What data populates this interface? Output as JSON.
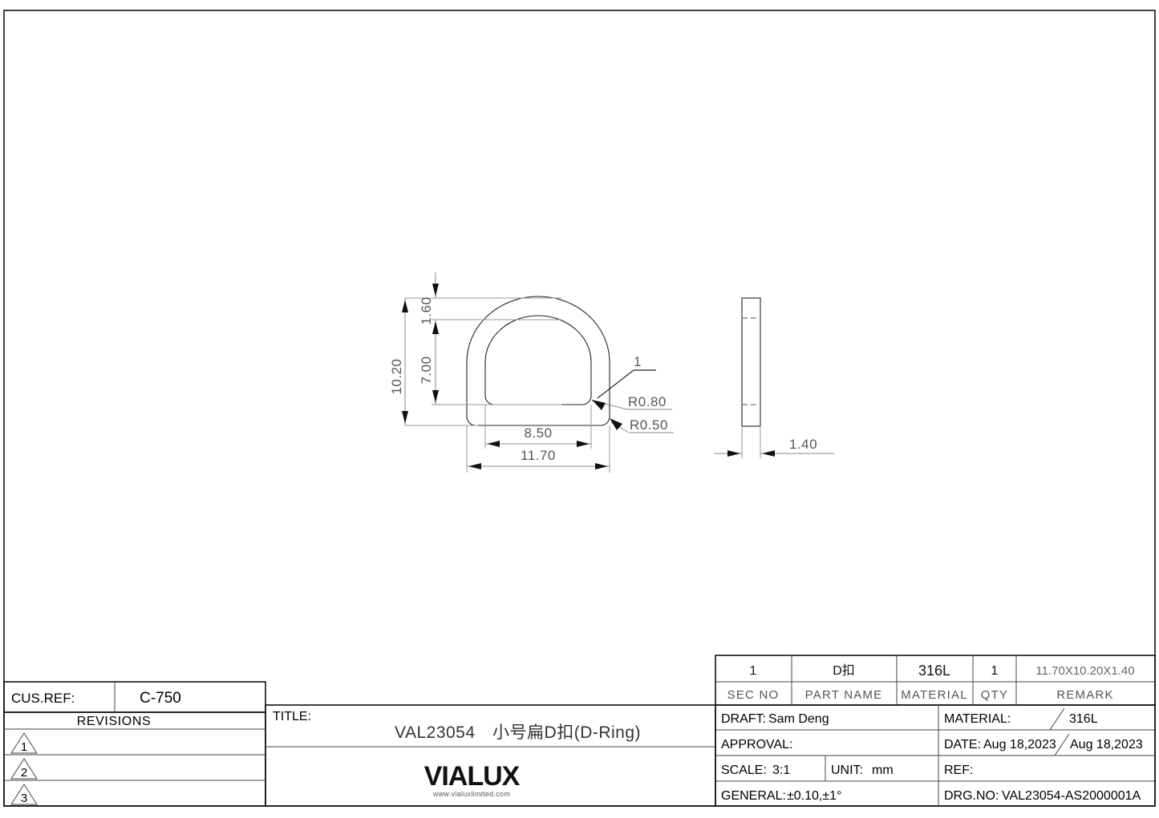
{
  "sheet": {
    "title": "Technical Drawing VAL23054 D-Ring"
  },
  "drawing": {
    "front_view_name": "d-ring-front-view",
    "side_view_name": "d-ring-side-view",
    "dimensions": {
      "overall_height": "10.20",
      "top_band": "1.60",
      "inner_height": "7.00",
      "inner_width": "8.50",
      "overall_width": "11.70",
      "thickness": "1.40",
      "radius_outer": "R0.80",
      "radius_inner": "R0.50",
      "balloon": "1"
    }
  },
  "cus_ref": {
    "label": "CUS.REF:",
    "value": "C-750"
  },
  "revisions": {
    "header": "REVISIONS",
    "rows": [
      {
        "marker": "1",
        "note": ""
      },
      {
        "marker": "2",
        "note": ""
      },
      {
        "marker": "3",
        "note": ""
      }
    ]
  },
  "title_block": {
    "title_label": "TITLE:",
    "title_value": "VAL23054　小号扁D扣(D-Ring)",
    "logo_text": "VIALUX",
    "logo_url": "www.vialuxlimited.com"
  },
  "bom": {
    "headers": [
      "SEC NO",
      "PART NAME",
      "MATERIAL",
      "QTY",
      "REMARK"
    ],
    "rows": [
      {
        "sec_no": "1",
        "part_name": "D扣",
        "material": "316L",
        "qty": "1",
        "remark": "11.70X10.20X1.40"
      }
    ]
  },
  "info_block": {
    "draft_label": "DRAFT:",
    "draft_value": "Sam Deng",
    "approval_label": "APPROVAL:",
    "approval_value": "",
    "scale_label": "SCALE:",
    "scale_value": "3:1",
    "unit_label": "UNIT:",
    "unit_value": "mm",
    "general_label": "GENERAL:",
    "general_value": "±0.10,±1°",
    "material_label": "MATERIAL:",
    "material_value": "316L",
    "date_label": "DATE:",
    "date_value_1": "Aug 18,2023",
    "date_value_2": "Aug 18,2023",
    "ref_label": "REF:",
    "ref_value": "",
    "drgno_label": "DRG.NO:",
    "drgno_value": "VAL23054-AS2000001A"
  },
  "colors": {
    "line": "#222222",
    "dimension": "#888888",
    "frame": "#111111",
    "background": "#ffffff"
  }
}
